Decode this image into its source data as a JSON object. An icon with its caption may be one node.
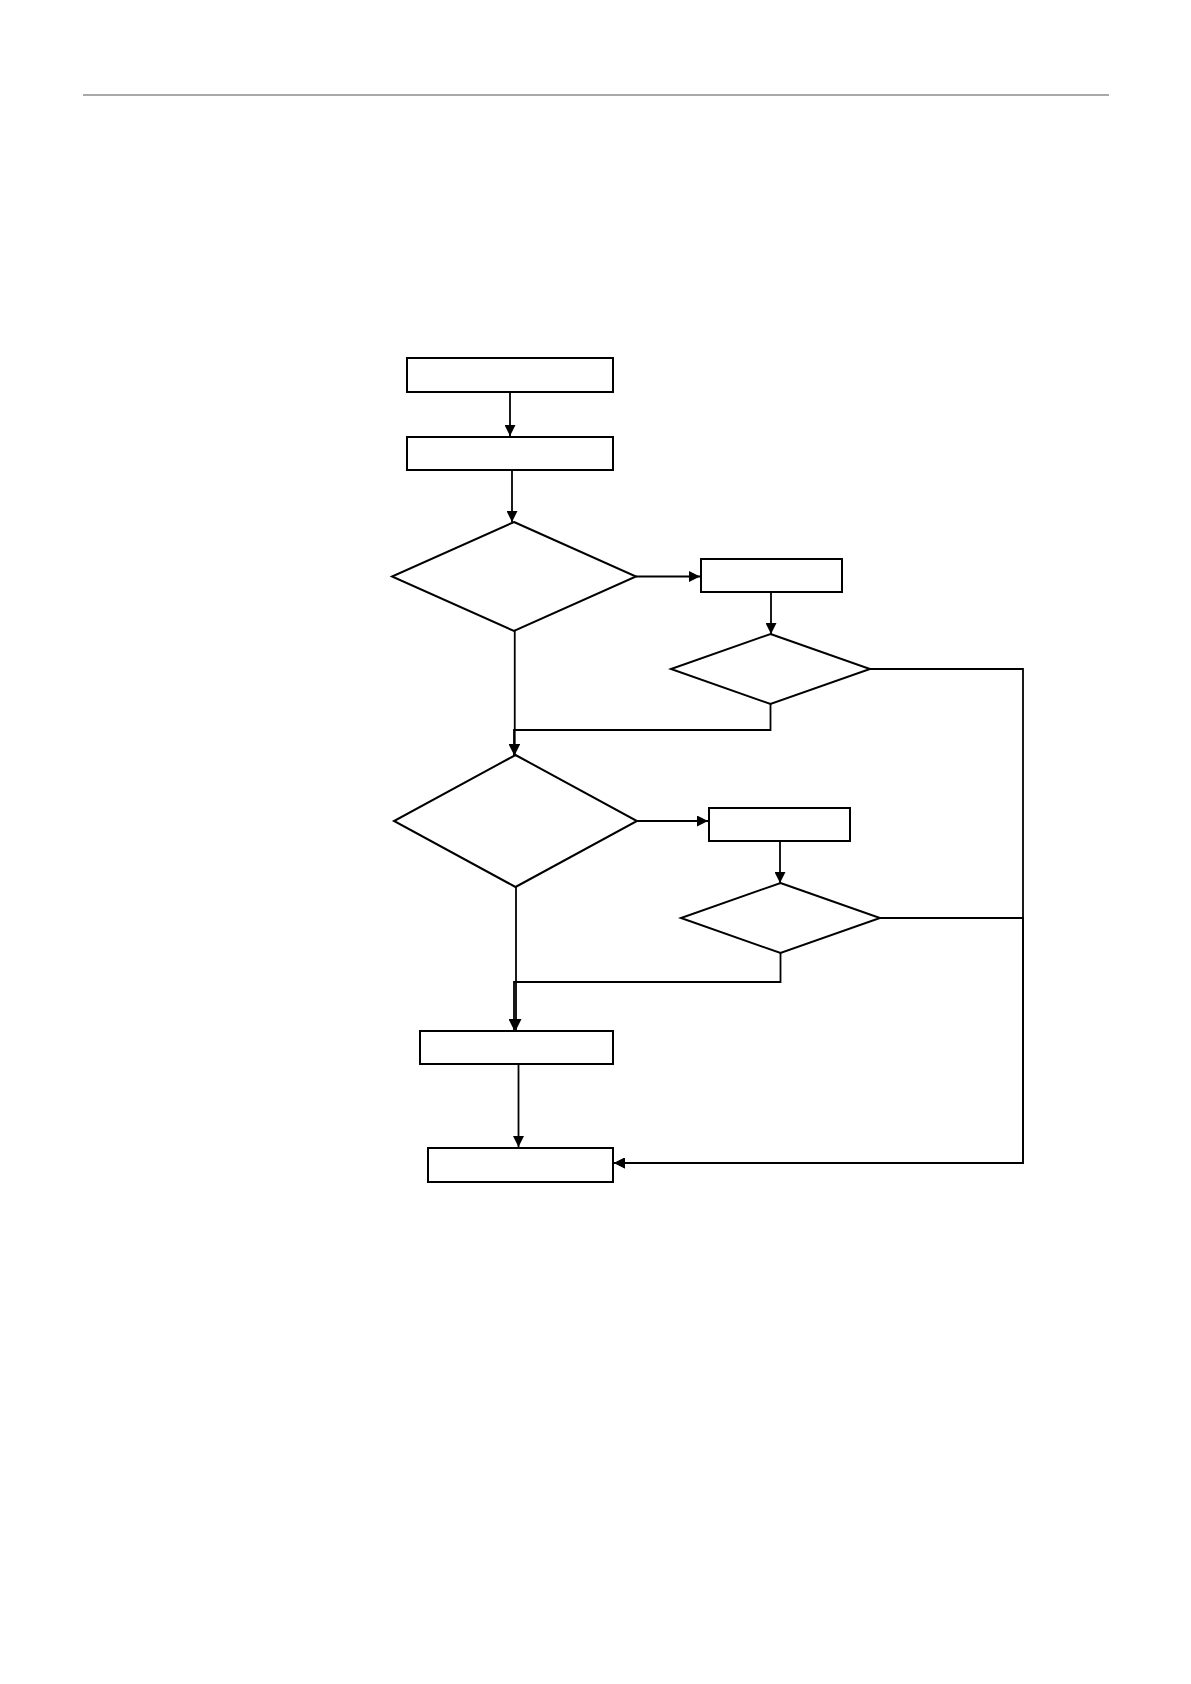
{
  "diagram": {
    "nodes": [
      {
        "text": [],
        "shape": "box"
      },
      {
        "text": [],
        "shape": "box"
      },
      {
        "text": [],
        "shape": "diamond"
      },
      {
        "text": [],
        "shape": "box"
      },
      {
        "text": [],
        "shape": "diamond"
      },
      {
        "text": [],
        "shape": "diamond"
      },
      {
        "text": [],
        "shape": "box"
      },
      {
        "text": [],
        "shape": "diamond"
      },
      {
        "text": [],
        "shape": "box"
      },
      {
        "text": [],
        "shape": "box"
      }
    ],
    "edges": [
      {
        "from": 0,
        "to": 1,
        "arrow": "to"
      },
      {
        "from": 1,
        "to": 2,
        "arrow": "to"
      },
      {
        "from": 2,
        "to": 3,
        "arrow": "to"
      },
      {
        "from": 3,
        "to": 4,
        "arrow": "to"
      },
      {
        "from": 4,
        "to": 9,
        "arrow": "to"
      },
      {
        "from": 4,
        "to": 5,
        "arrow": "to"
      },
      {
        "from": 2,
        "to": 5,
        "arrow": "to"
      },
      {
        "from": 5,
        "to": 6,
        "arrow": "to"
      },
      {
        "from": 6,
        "to": 7,
        "arrow": "to"
      },
      {
        "from": 7,
        "to": 9,
        "arrow": "to"
      },
      {
        "from": 7,
        "to": 8,
        "arrow": "to"
      },
      {
        "from": 5,
        "to": 8,
        "arrow": "to"
      },
      {
        "from": 8,
        "to": 9,
        "arrow": "to"
      }
    ]
  }
}
